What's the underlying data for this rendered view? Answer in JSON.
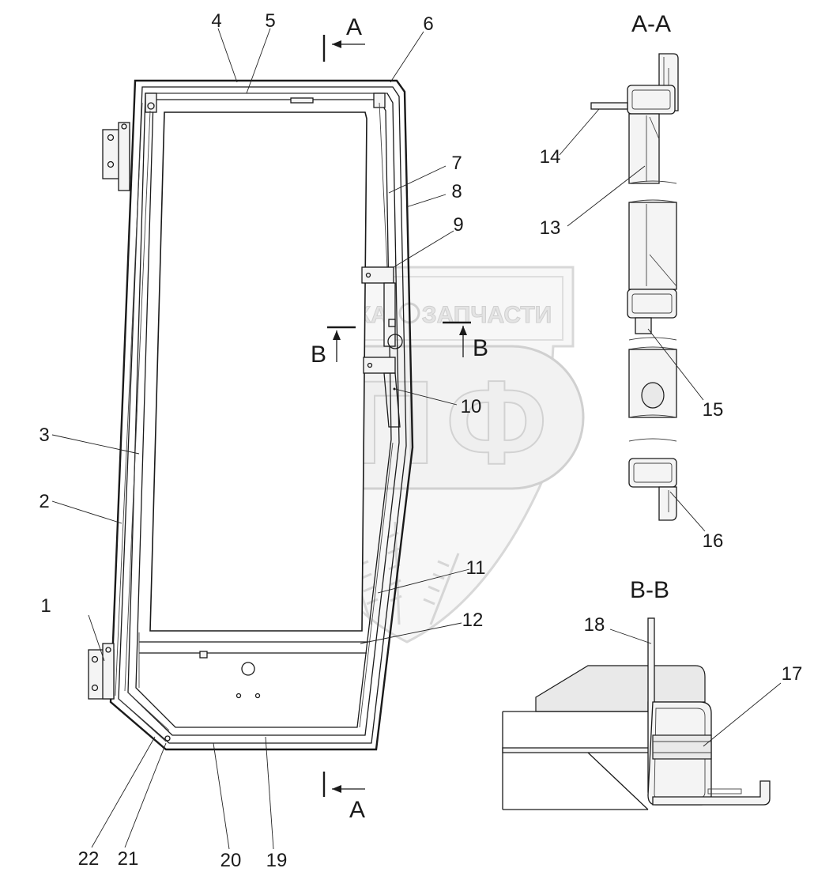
{
  "watermark": {
    "word_left": "ТЕХНИКА",
    "word_right": "ЗАПЧАСТИ",
    "letters": "ЭПФ"
  },
  "sections": {
    "a_a": "A-A",
    "b_b": "B-B"
  },
  "section_marks": {
    "a_top": "A",
    "a_bottom": "A",
    "b_left": "B",
    "b_right": "B"
  },
  "callouts": [
    "1",
    "2",
    "3",
    "4",
    "5",
    "6",
    "7",
    "8",
    "9",
    "10",
    "11",
    "12",
    "13",
    "14",
    "15",
    "16",
    "17",
    "18",
    "19",
    "20",
    "21",
    "22"
  ]
}
